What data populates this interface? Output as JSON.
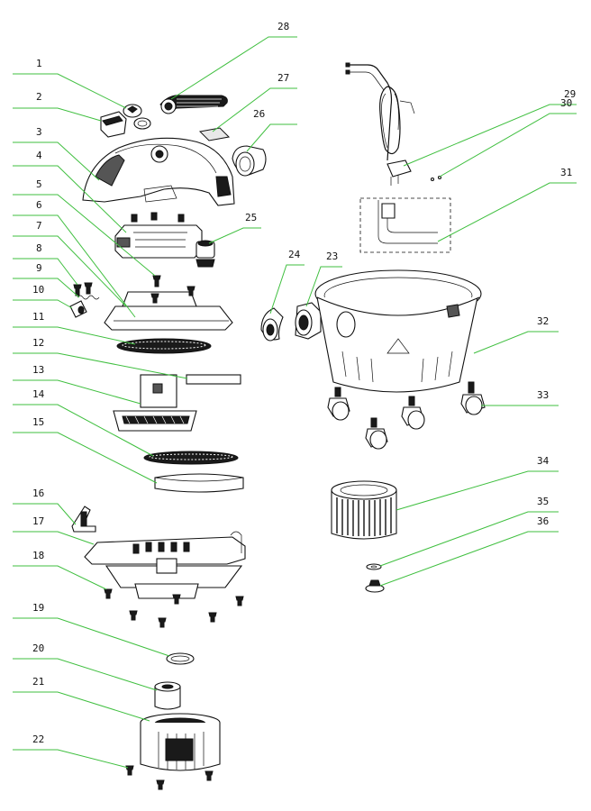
{
  "parts": [
    {
      "id": "1",
      "label": "1"
    },
    {
      "id": "2",
      "label": "2"
    },
    {
      "id": "3",
      "label": "3"
    },
    {
      "id": "4",
      "label": "4"
    },
    {
      "id": "5",
      "label": "5"
    },
    {
      "id": "6",
      "label": "6"
    },
    {
      "id": "7",
      "label": "7"
    },
    {
      "id": "8",
      "label": "8"
    },
    {
      "id": "9",
      "label": "9"
    },
    {
      "id": "10",
      "label": "10"
    },
    {
      "id": "11",
      "label": "11"
    },
    {
      "id": "12",
      "label": "12"
    },
    {
      "id": "13",
      "label": "13"
    },
    {
      "id": "14",
      "label": "14"
    },
    {
      "id": "15",
      "label": "15"
    },
    {
      "id": "16",
      "label": "16"
    },
    {
      "id": "17",
      "label": "17"
    },
    {
      "id": "18",
      "label": "18"
    },
    {
      "id": "19",
      "label": "19"
    },
    {
      "id": "20",
      "label": "20"
    },
    {
      "id": "21",
      "label": "21"
    },
    {
      "id": "22",
      "label": "22"
    },
    {
      "id": "23",
      "label": "23"
    },
    {
      "id": "24",
      "label": "24"
    },
    {
      "id": "25",
      "label": "25"
    },
    {
      "id": "26",
      "label": "26"
    },
    {
      "id": "27",
      "label": "27"
    },
    {
      "id": "28",
      "label": "28"
    },
    {
      "id": "29",
      "label": "29"
    },
    {
      "id": "30",
      "label": "30"
    },
    {
      "id": "31",
      "label": "31"
    },
    {
      "id": "32",
      "label": "32"
    },
    {
      "id": "33",
      "label": "33"
    },
    {
      "id": "34",
      "label": "34"
    },
    {
      "id": "35",
      "label": "35"
    },
    {
      "id": "36",
      "label": "36"
    }
  ],
  "colors": {
    "leader": "#3fbf3f",
    "line": "#111111",
    "background": "#ffffff"
  }
}
